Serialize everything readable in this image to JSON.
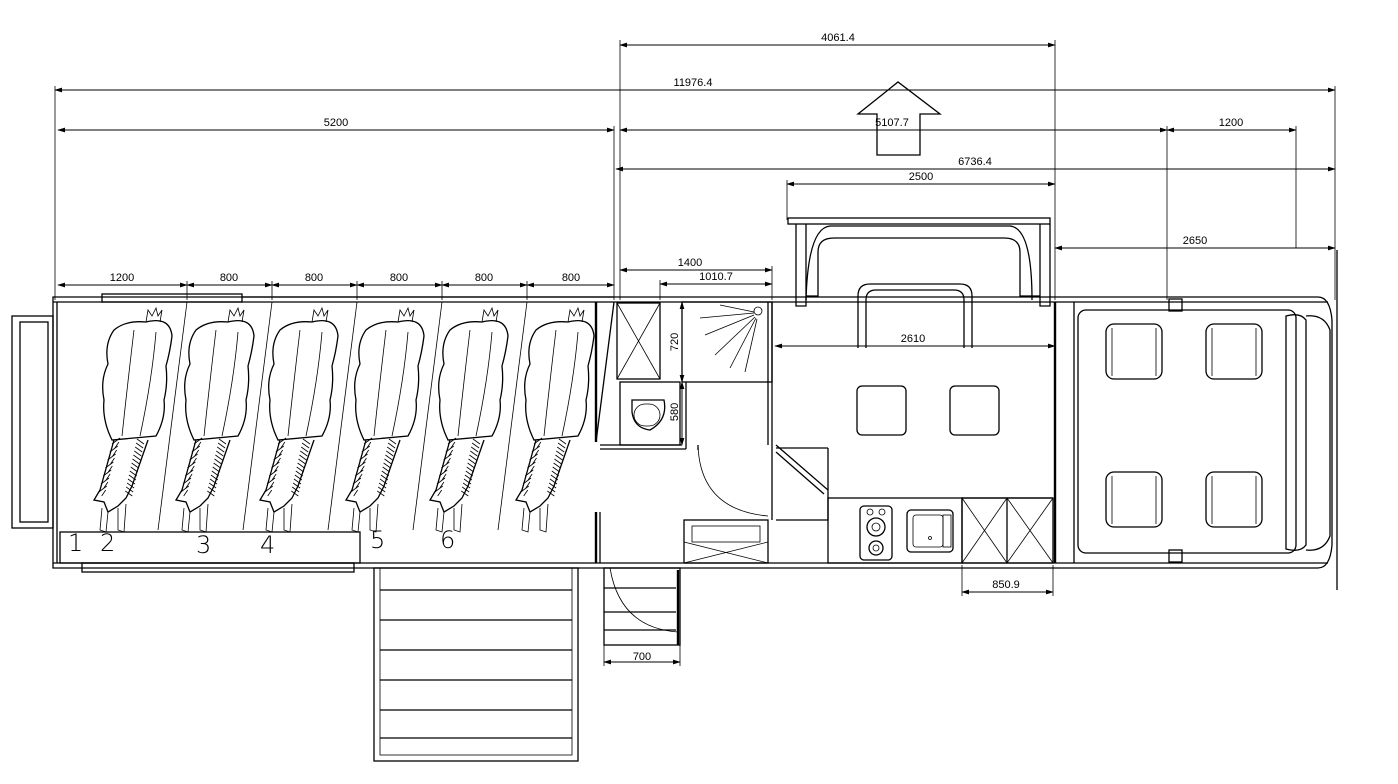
{
  "diagram": {
    "dimensions": {
      "d1": "4061.4",
      "d2": "11976.4",
      "d3": "5200",
      "d4": "5107.7",
      "d5": "1200",
      "d6": "6736.4",
      "d7": "2500",
      "d8": "2650",
      "d9": "1400",
      "d10": "1010.7",
      "d11": "720",
      "d12": "580",
      "d13": "2610",
      "d14": "850.9",
      "d15": "700",
      "stall_widths": [
        "1200",
        "800",
        "800",
        "800",
        "800",
        "800"
      ]
    },
    "stall_numbers": [
      "1",
      "2",
      "3",
      "4",
      "5",
      "6"
    ]
  }
}
